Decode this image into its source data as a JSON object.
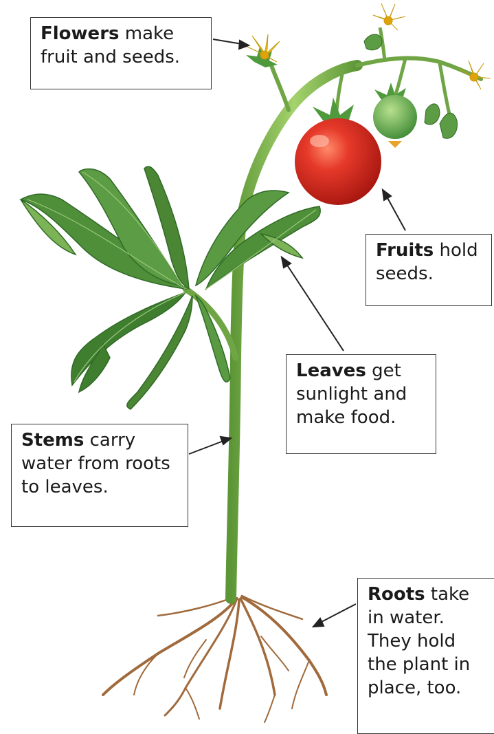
{
  "labels": {
    "flowers": {
      "term": "Flowers",
      "text": " make fruit and seeds."
    },
    "fruits": {
      "term": "Fruits",
      "text": " hold seeds."
    },
    "leaves": {
      "term": "Leaves",
      "text": " get sunlight and make food."
    },
    "stems": {
      "term": "Stems",
      "text": " carry water from roots to leaves."
    },
    "roots": {
      "term": "Roots",
      "text": " take in water. They hold the plant in place, too."
    }
  },
  "colors": {
    "stem": "#7fb24a",
    "leaf": "#4f8f3a",
    "leaf_light": "#7cb356",
    "tomato": "#e23a22",
    "green_fruit": "#6aa84f",
    "flower": "#f5c518",
    "root": "#a06a3c"
  }
}
